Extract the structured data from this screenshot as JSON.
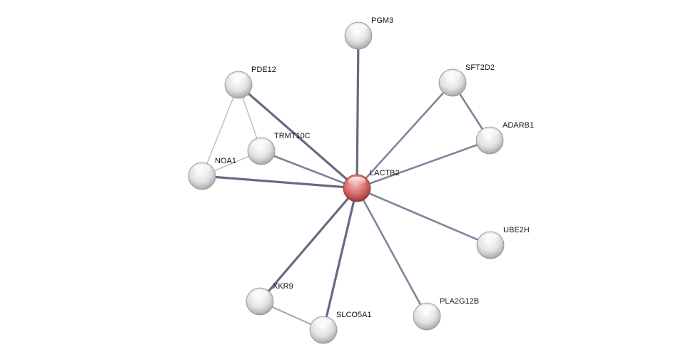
{
  "network": {
    "query_node": "LACTB2",
    "nodes": [
      "LACTB2",
      "PGM3",
      "PDE12",
      "SFT2D2",
      "ADARB1",
      "TRMT10C",
      "NOA1",
      "UBE2H",
      "XKR9",
      "PLA2G12B",
      "SLCO5A1"
    ],
    "edges": [
      {
        "a": "LACTB2",
        "b": "PGM3",
        "strength": "high"
      },
      {
        "a": "LACTB2",
        "b": "PDE12",
        "strength": "high"
      },
      {
        "a": "LACTB2",
        "b": "SFT2D2",
        "strength": "medium"
      },
      {
        "a": "LACTB2",
        "b": "ADARB1",
        "strength": "medium"
      },
      {
        "a": "LACTB2",
        "b": "TRMT10C",
        "strength": "medium"
      },
      {
        "a": "LACTB2",
        "b": "NOA1",
        "strength": "high"
      },
      {
        "a": "LACTB2",
        "b": "UBE2H",
        "strength": "medium"
      },
      {
        "a": "LACTB2",
        "b": "XKR9",
        "strength": "high"
      },
      {
        "a": "LACTB2",
        "b": "PLA2G12B",
        "strength": "medium"
      },
      {
        "a": "LACTB2",
        "b": "SLCO5A1",
        "strength": "high"
      },
      {
        "a": "SFT2D2",
        "b": "ADARB1",
        "strength": "medium"
      },
      {
        "a": "XKR9",
        "b": "SLCO5A1",
        "strength": "low"
      },
      {
        "a": "PDE12",
        "b": "NOA1",
        "strength": "weak"
      },
      {
        "a": "PDE12",
        "b": "TRMT10C",
        "strength": "weak"
      },
      {
        "a": "NOA1",
        "b": "TRMT10C",
        "strength": "weak"
      }
    ],
    "colors": {
      "query": "#d9534f",
      "node": "#e6e6e6",
      "edge": "#6a7088"
    }
  }
}
